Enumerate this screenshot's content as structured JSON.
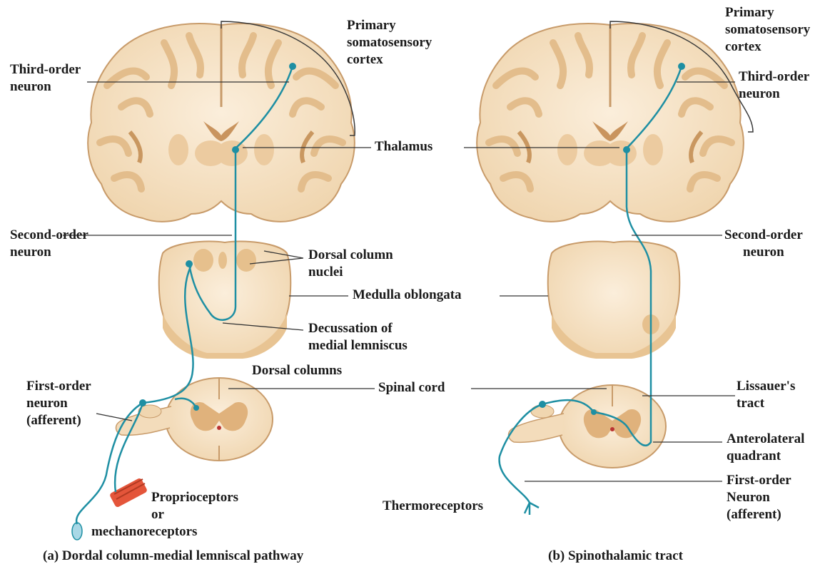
{
  "figure": {
    "left_panel": {
      "caption": "(a) Dordal column-medial lemniscal pathway",
      "labels": {
        "primary_cortex": [
          "Primary",
          "somatosensory",
          "cortex"
        ],
        "third_order": [
          "Third-order",
          "neuron"
        ],
        "thalamus": "Thalamus",
        "second_order": [
          "Second-order",
          "neuron"
        ],
        "dorsal_column_nuclei": [
          "Dorsal column",
          "nuclei"
        ],
        "medulla": "Medulla oblongata",
        "decussation": [
          "Decussation of",
          "medial lemniscus"
        ],
        "dorsal_columns": "Dorsal columns",
        "spinal_cord": "Spinal cord",
        "first_order": [
          "First-order",
          "neuron",
          "(afferent)"
        ],
        "receptors": [
          "Proprioceptors",
          "or",
          "mechanoreceptors"
        ]
      }
    },
    "right_panel": {
      "caption": "(b) Spinothalamic tract",
      "labels": {
        "primary_cortex": [
          "Primary",
          "somatosensory",
          "cortex"
        ],
        "third_order": [
          "Third-order",
          "neuron"
        ],
        "second_order": [
          "Second-order",
          "neuron"
        ],
        "lissauer": [
          "Lissauer's",
          "tract"
        ],
        "anterolateral": [
          "Anterolateral",
          "quadrant"
        ],
        "first_order": [
          "First-order",
          "Neuron",
          "(afferent)"
        ],
        "thermoreceptors": "Thermoreceptors"
      }
    },
    "colors": {
      "tissue_light": "#f7e6cc",
      "tissue_mid": "#e9c898",
      "tissue_dark": "#d4a877",
      "outline": "#b88a58",
      "neuron": "#1e8fa3",
      "leader": "#333333",
      "receptor": "#e4553a"
    }
  }
}
